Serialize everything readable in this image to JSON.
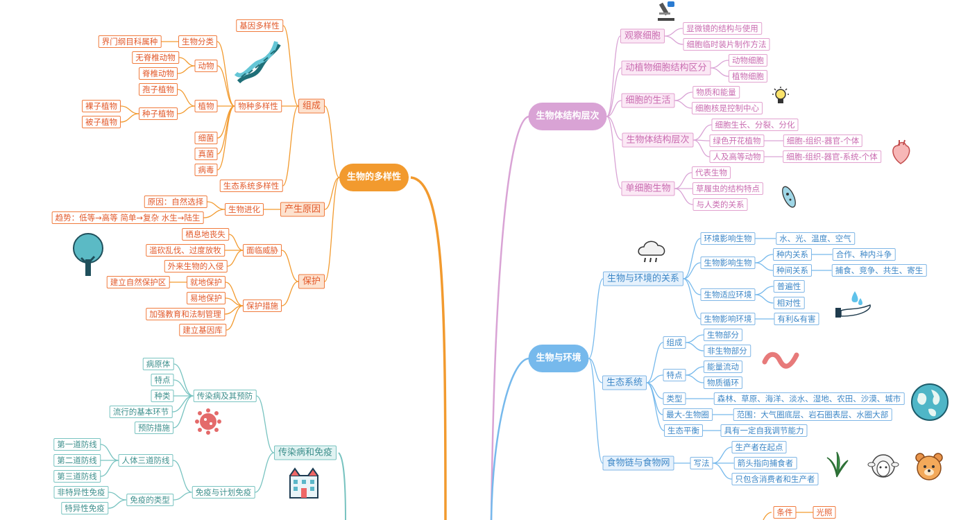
{
  "colors": {
    "orange": "#f29a2e",
    "purple": "#d9a3d5",
    "blue": "#76b9ec",
    "teal": "#78c3c0"
  },
  "nodes": [
    {
      "id": "div",
      "text": "生物的多样性",
      "c": "org",
      "lv": "root"
    },
    {
      "id": "comp",
      "text": "组成",
      "c": "org",
      "lv": "l2"
    },
    {
      "id": "cause",
      "text": "产生原因",
      "c": "org",
      "lv": "l2"
    },
    {
      "id": "prot",
      "text": "保护",
      "c": "org",
      "lv": "l2"
    },
    {
      "id": "gene",
      "text": "基因多样性",
      "c": "org"
    },
    {
      "id": "species",
      "text": "物种多样性",
      "c": "org"
    },
    {
      "id": "eco",
      "text": "生态系统多样性",
      "c": "org"
    },
    {
      "id": "cls",
      "text": "生物分类",
      "c": "org"
    },
    {
      "id": "cls1",
      "text": "界门纲目科属种",
      "c": "org"
    },
    {
      "id": "animal",
      "text": "动物",
      "c": "org"
    },
    {
      "id": "inv",
      "text": "无脊椎动物",
      "c": "org"
    },
    {
      "id": "ver",
      "text": "脊椎动物",
      "c": "org"
    },
    {
      "id": "plant",
      "text": "植物",
      "c": "org"
    },
    {
      "id": "spore",
      "text": "孢子植物",
      "c": "org"
    },
    {
      "id": "seed",
      "text": "种子植物",
      "c": "org"
    },
    {
      "id": "gym",
      "text": "裸子植物",
      "c": "org"
    },
    {
      "id": "ang",
      "text": "被子植物",
      "c": "org"
    },
    {
      "id": "bac",
      "text": "细菌",
      "c": "org"
    },
    {
      "id": "fun",
      "text": "真菌",
      "c": "org"
    },
    {
      "id": "vir",
      "text": "病毒",
      "c": "org"
    },
    {
      "id": "evo",
      "text": "生物进化",
      "c": "org"
    },
    {
      "id": "evo1",
      "text": "原因：自然选择",
      "c": "org"
    },
    {
      "id": "evo2",
      "text": "趋势：低等→高等 简单→复杂 水生→陆生",
      "c": "org"
    },
    {
      "id": "threat",
      "text": "面临威胁",
      "c": "org"
    },
    {
      "id": "th1",
      "text": "栖息地丧失",
      "c": "org"
    },
    {
      "id": "th2",
      "text": "滥砍乱伐、过度放牧",
      "c": "org"
    },
    {
      "id": "th3",
      "text": "外来生物的入侵",
      "c": "org"
    },
    {
      "id": "meas",
      "text": "保护措施",
      "c": "org"
    },
    {
      "id": "m1",
      "text": "就地保护",
      "c": "org"
    },
    {
      "id": "m1a",
      "text": "建立自然保护区",
      "c": "org"
    },
    {
      "id": "m2",
      "text": "易地保护",
      "c": "org"
    },
    {
      "id": "m3",
      "text": "加强教育和法制管理",
      "c": "org"
    },
    {
      "id": "m4",
      "text": "建立基因库",
      "c": "org"
    },
    {
      "id": "cell",
      "text": "生物体结构层次",
      "c": "pur",
      "lv": "root"
    },
    {
      "id": "obs",
      "text": "观察细胞",
      "c": "pur",
      "lv": "l2"
    },
    {
      "id": "obs1",
      "text": "显微镜的结构与使用",
      "c": "pur"
    },
    {
      "id": "obs2",
      "text": "细胞临时装片制作方法",
      "c": "pur"
    },
    {
      "id": "ap",
      "text": "动植物细胞结构区分",
      "c": "pur",
      "lv": "l2"
    },
    {
      "id": "ap1",
      "text": "动物细胞",
      "c": "pur"
    },
    {
      "id": "ap2",
      "text": "植物细胞",
      "c": "pur"
    },
    {
      "id": "life",
      "text": "细胞的生活",
      "c": "pur",
      "lv": "l2"
    },
    {
      "id": "life1",
      "text": "物质和能量",
      "c": "pur"
    },
    {
      "id": "life2",
      "text": "细胞核是控制中心",
      "c": "pur"
    },
    {
      "id": "lvl",
      "text": "生物体结构层次",
      "c": "pur",
      "lv": "l2"
    },
    {
      "id": "lvl1",
      "text": "细胞生长、分裂、分化",
      "c": "pur"
    },
    {
      "id": "lvl2",
      "text": "绿色开花植物",
      "c": "pur"
    },
    {
      "id": "lvl2a",
      "text": "细胞-组织-器官-个体",
      "c": "pur"
    },
    {
      "id": "lvl3",
      "text": "人及高等动物",
      "c": "pur"
    },
    {
      "id": "lvl3a",
      "text": "细胞-组织-器官-系统-个体",
      "c": "pur"
    },
    {
      "id": "uni",
      "text": "单细胞生物",
      "c": "pur",
      "lv": "l2"
    },
    {
      "id": "uni1",
      "text": "代表生物",
      "c": "pur"
    },
    {
      "id": "uni2",
      "text": "草履虫的结构特点",
      "c": "pur"
    },
    {
      "id": "uni3",
      "text": "与人类的关系",
      "c": "pur"
    },
    {
      "id": "env",
      "text": "生物与环境",
      "c": "blu",
      "lv": "root"
    },
    {
      "id": "rel",
      "text": "生物与环境的关系",
      "c": "blu",
      "lv": "l2"
    },
    {
      "id": "r1",
      "text": "环境影响生物",
      "c": "blu"
    },
    {
      "id": "r1a",
      "text": "水、光、温度、空气",
      "c": "blu"
    },
    {
      "id": "r2",
      "text": "生物影响生物",
      "c": "blu"
    },
    {
      "id": "r2a",
      "text": "种内关系",
      "c": "blu"
    },
    {
      "id": "r2a1",
      "text": "合作、种内斗争",
      "c": "blu"
    },
    {
      "id": "r2b",
      "text": "种间关系",
      "c": "blu"
    },
    {
      "id": "r2b1",
      "text": "捕食、竞争、共生、寄生",
      "c": "blu"
    },
    {
      "id": "r3",
      "text": "生物适应环境",
      "c": "blu"
    },
    {
      "id": "r3a",
      "text": "普遍性",
      "c": "blu"
    },
    {
      "id": "r3b",
      "text": "相对性",
      "c": "blu"
    },
    {
      "id": "r4",
      "text": "生物影响环境",
      "c": "blu"
    },
    {
      "id": "r4a",
      "text": "有利&有害",
      "c": "blu"
    },
    {
      "id": "es",
      "text": "生态系统",
      "c": "blu",
      "lv": "l2"
    },
    {
      "id": "es1",
      "text": "组成",
      "c": "blu"
    },
    {
      "id": "es1a",
      "text": "生物部分",
      "c": "blu"
    },
    {
      "id": "es1b",
      "text": "非生物部分",
      "c": "blu"
    },
    {
      "id": "es2",
      "text": "特点",
      "c": "blu"
    },
    {
      "id": "es2a",
      "text": "能量流动",
      "c": "blu"
    },
    {
      "id": "es2b",
      "text": "物质循环",
      "c": "blu"
    },
    {
      "id": "es3",
      "text": "类型",
      "c": "blu"
    },
    {
      "id": "es3a",
      "text": "森林、草原、海洋、淡水、湿地、农田、沙漠、城市",
      "c": "blu"
    },
    {
      "id": "es4",
      "text": "最大-生物圈",
      "c": "blu"
    },
    {
      "id": "es4a",
      "text": "范围：大气圈底层、岩石圈表层、水圈大部",
      "c": "blu"
    },
    {
      "id": "es5",
      "text": "生态平衡",
      "c": "blu"
    },
    {
      "id": "es5a",
      "text": "具有一定自我调节能力",
      "c": "blu"
    },
    {
      "id": "fc",
      "text": "食物链与食物网",
      "c": "blu",
      "lv": "l2"
    },
    {
      "id": "fc1",
      "text": "写法",
      "c": "blu"
    },
    {
      "id": "fc1a",
      "text": "生产者在起点",
      "c": "blu"
    },
    {
      "id": "fc1b",
      "text": "箭头指向捕食者",
      "c": "blu"
    },
    {
      "id": "fc1c",
      "text": "只包含消费者和生产者",
      "c": "blu"
    },
    {
      "id": "cond",
      "text": "条件",
      "c": "org"
    },
    {
      "id": "light",
      "text": "光照",
      "c": "org"
    },
    {
      "id": "inf",
      "text": "传染病和免疫",
      "c": "tea",
      "lv": "l2"
    },
    {
      "id": "i1",
      "text": "传染病及其预防",
      "c": "tea"
    },
    {
      "id": "i1a",
      "text": "病原体",
      "c": "tea"
    },
    {
      "id": "i1b",
      "text": "特点",
      "c": "tea"
    },
    {
      "id": "i1c",
      "text": "种类",
      "c": "tea"
    },
    {
      "id": "i1d",
      "text": "流行的基本环节",
      "c": "tea"
    },
    {
      "id": "i1e",
      "text": "预防措施",
      "c": "tea"
    },
    {
      "id": "i2",
      "text": "免疫与计划免疫",
      "c": "tea"
    },
    {
      "id": "i2a",
      "text": "人体三道防线",
      "c": "tea"
    },
    {
      "id": "i2a1",
      "text": "第一道防线",
      "c": "tea"
    },
    {
      "id": "i2a2",
      "text": "第二道防线",
      "c": "tea"
    },
    {
      "id": "i2a3",
      "text": "第三道防线",
      "c": "tea"
    },
    {
      "id": "i2b",
      "text": "免疫的类型",
      "c": "tea"
    },
    {
      "id": "i2b1",
      "text": "非特异性免疫",
      "c": "tea"
    },
    {
      "id": "i2b2",
      "text": "特异性免疫",
      "c": "tea"
    }
  ],
  "icons": [
    {
      "id": "microscope",
      "name": "microscope-icon"
    },
    {
      "id": "dna",
      "name": "dna-helix-icon"
    },
    {
      "id": "bulb",
      "name": "light-bulb-icon"
    },
    {
      "id": "heart",
      "name": "heart-organ-icon"
    },
    {
      "id": "paramecium",
      "name": "paramecium-icon"
    },
    {
      "id": "tree",
      "name": "tree-icon"
    },
    {
      "id": "cloud",
      "name": "rain-cloud-icon"
    },
    {
      "id": "hand",
      "name": "water-drop-hand-icon"
    },
    {
      "id": "worm",
      "name": "earthworm-icon"
    },
    {
      "id": "globe",
      "name": "globe-icon"
    },
    {
      "id": "virus",
      "name": "virus-icon"
    },
    {
      "id": "grass",
      "name": "grass-icon"
    },
    {
      "id": "sheep",
      "name": "sheep-icon"
    },
    {
      "id": "bear",
      "name": "bear-icon"
    },
    {
      "id": "hospital",
      "name": "hospital-icon"
    }
  ]
}
